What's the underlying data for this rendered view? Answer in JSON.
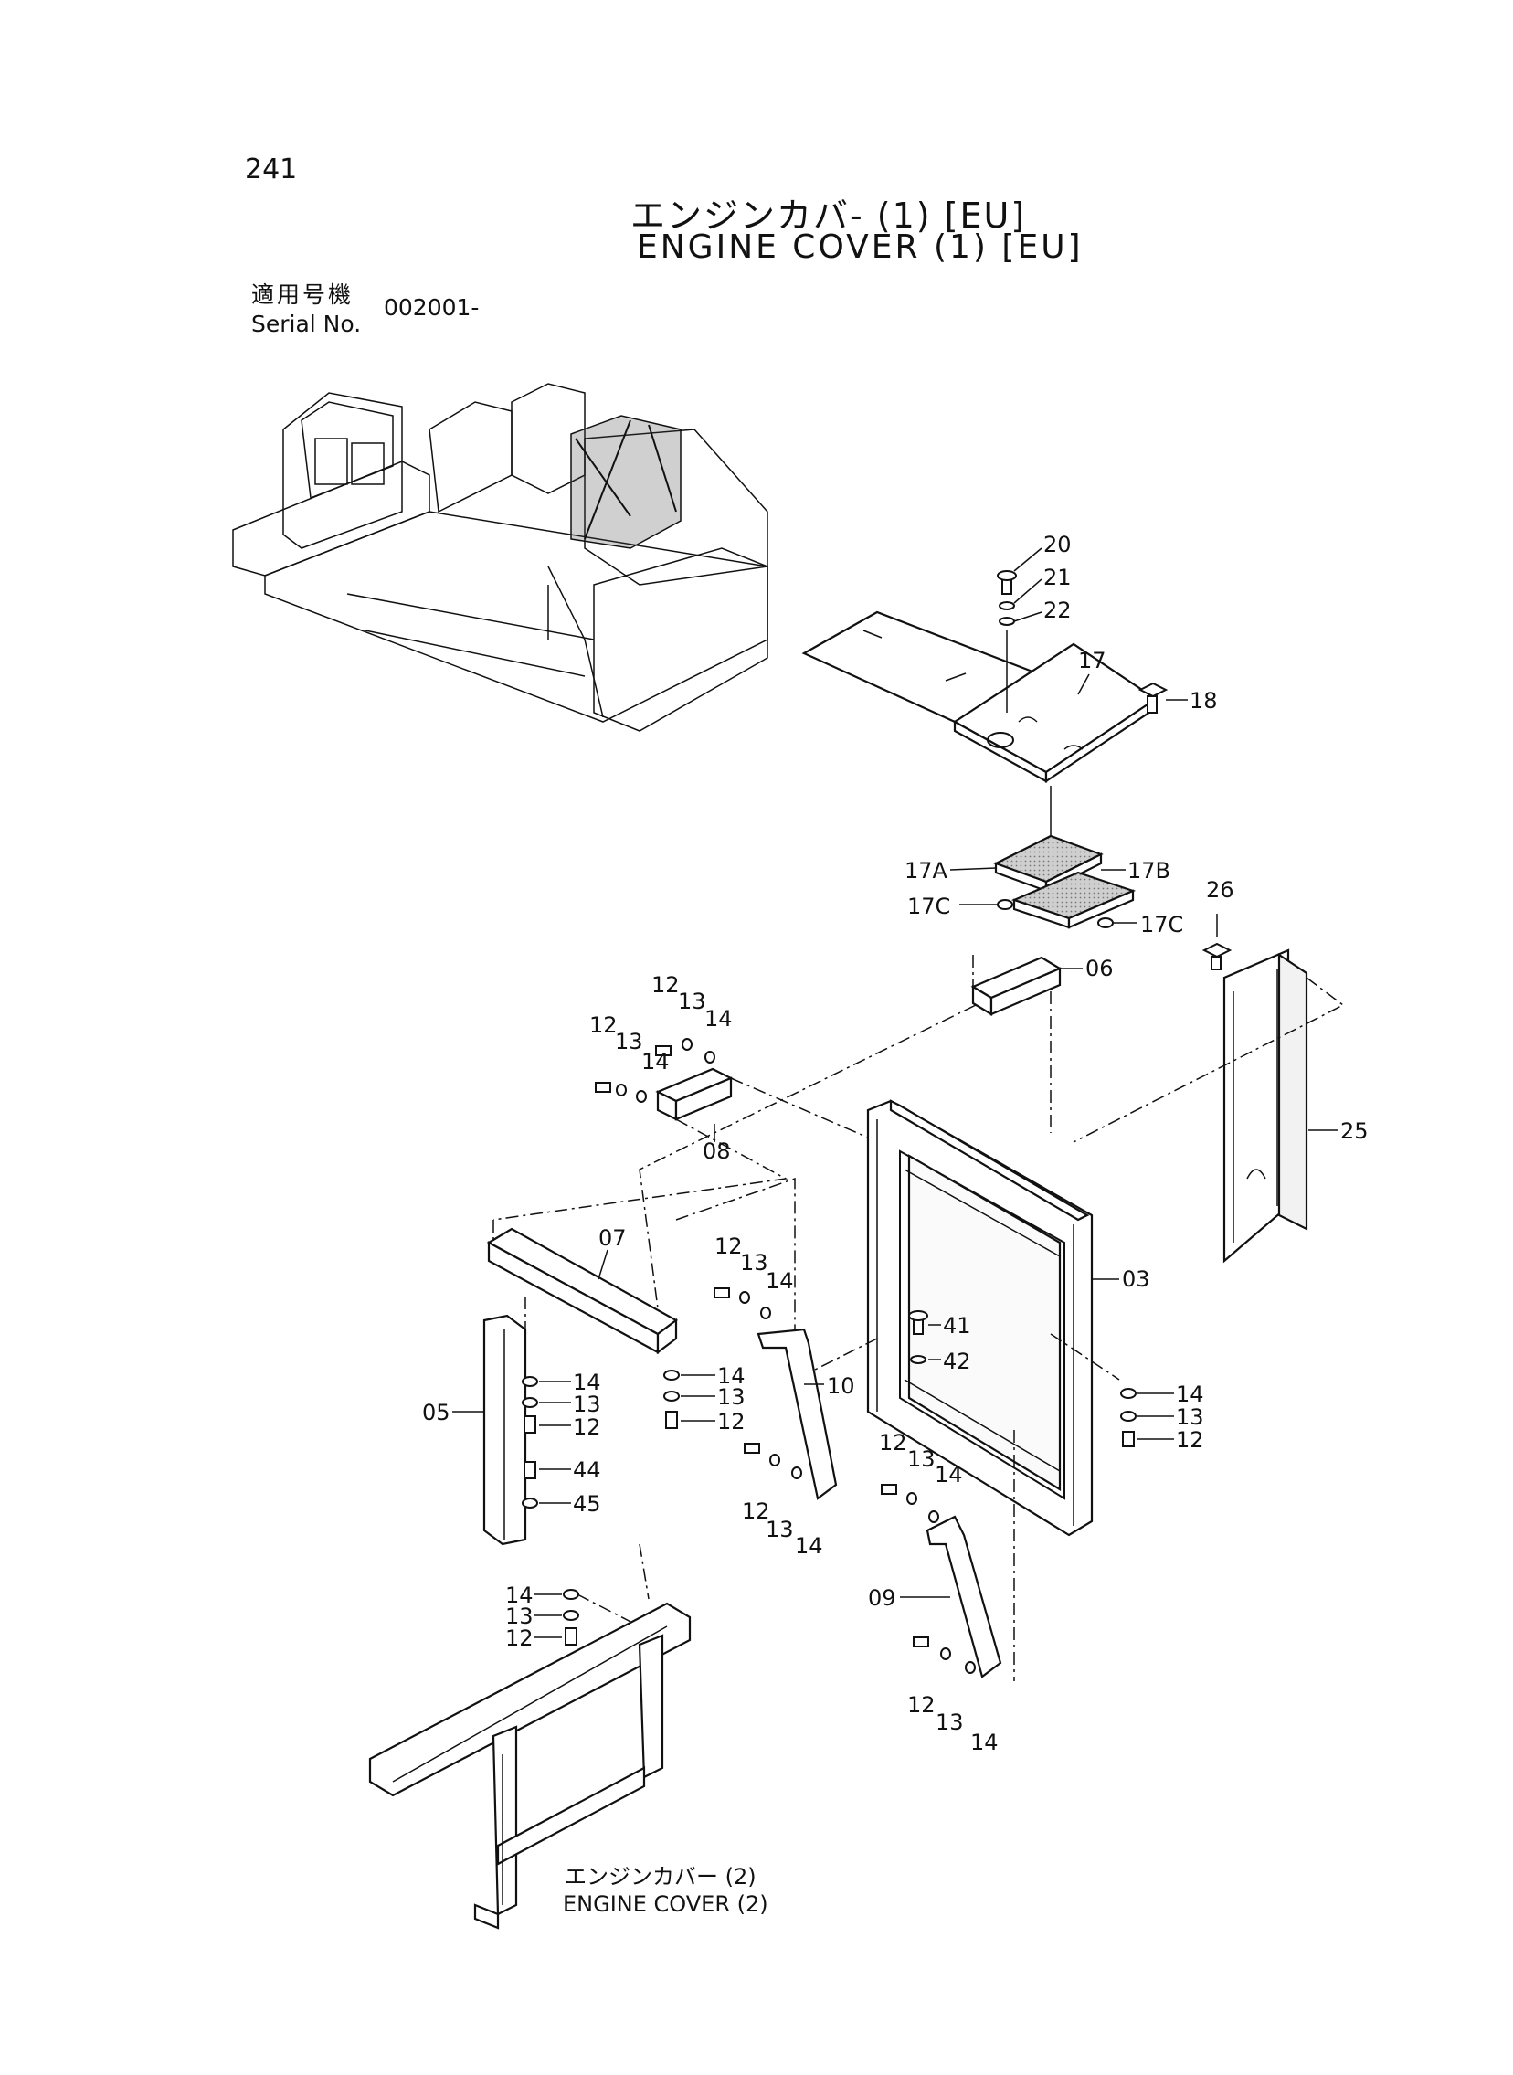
{
  "header": {
    "page_number": "241",
    "title_ja": "エンジンカバ- (1) [EU]",
    "title_en": "ENGINE COVER (1) [EU]",
    "serial_label_ja": "適用号機",
    "serial_label_en": "Serial No.",
    "serial_value": "002001-"
  },
  "sub_assembly_ref": {
    "label_ja": "エンジンカバー (2)",
    "label_en": "ENGINE COVER (2)"
  },
  "callouts": {
    "c20": "20",
    "c21": "21",
    "c22": "22",
    "c17": "17",
    "c18": "18",
    "c17A": "17A",
    "c17B": "17B",
    "c17C_left": "17C",
    "c17C_right": "17C",
    "c26": "26",
    "c06": "06",
    "c25": "25",
    "c03": "03",
    "c41": "41",
    "c42": "42",
    "c08": "08",
    "c07": "07",
    "c05": "05",
    "c10": "10",
    "c09": "09",
    "c44": "44",
    "c45": "45",
    "g1": [
      "12",
      "13",
      "14"
    ],
    "g2": [
      "12",
      "13",
      "14"
    ],
    "g3": [
      "12",
      "13",
      "14"
    ],
    "g4": [
      "14",
      "13",
      "12"
    ],
    "g5": [
      "14",
      "13",
      "12"
    ],
    "g6": [
      "12",
      "13",
      "14"
    ],
    "g7": [
      "12",
      "13",
      "14"
    ],
    "g8": [
      "14",
      "13",
      "12"
    ],
    "g9": [
      "12",
      "13",
      "14"
    ],
    "g10": [
      "14",
      "13",
      "12"
    ]
  }
}
